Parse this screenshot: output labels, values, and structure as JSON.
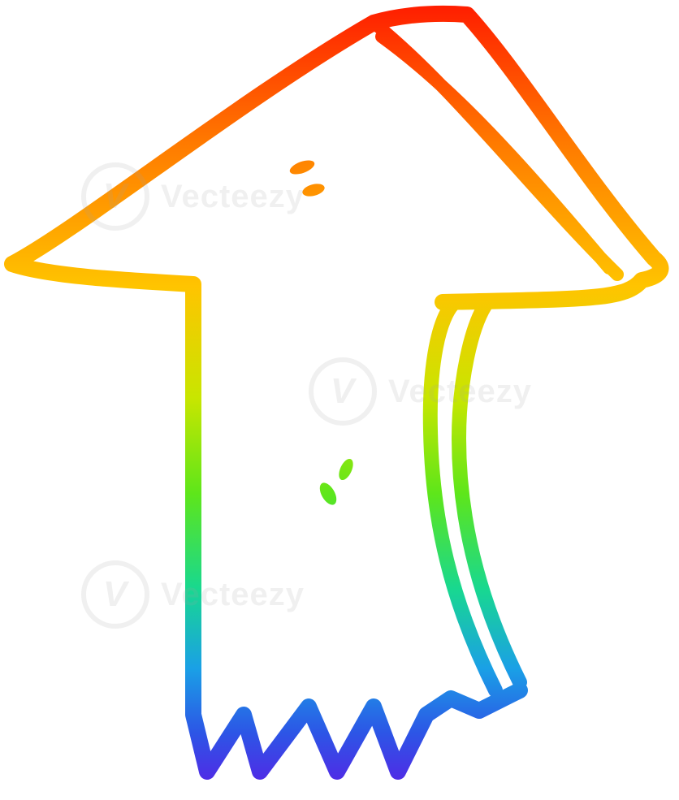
{
  "image": {
    "subject": "cartoon arrow pointing up",
    "icon": "arrow-up-icon",
    "colors": {
      "background": "#ffffff",
      "gradient": [
        "#ff1a00",
        "#ff7a00",
        "#ffc400",
        "#c8e600",
        "#5ee61a",
        "#10c8a0",
        "#1478e6",
        "#4a1ee6"
      ]
    }
  },
  "watermark": {
    "text": "Vecteezy",
    "badge_glyph": "V"
  }
}
